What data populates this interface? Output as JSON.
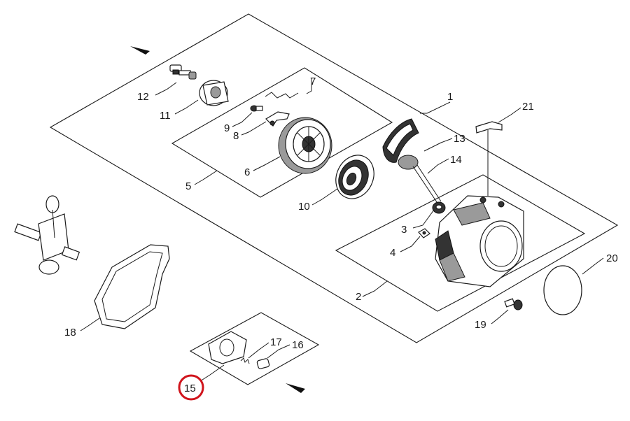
{
  "diagram": {
    "callouts": [
      "1",
      "2",
      "3",
      "4",
      "5",
      "6",
      "7",
      "8",
      "9",
      "10",
      "11",
      "12",
      "13",
      "14",
      "15",
      "16",
      "17",
      "18",
      "19",
      "20",
      "21"
    ],
    "highlighted_callout": "15",
    "highlight_color": "#d0141c",
    "line_color": "#1a1a1a"
  }
}
